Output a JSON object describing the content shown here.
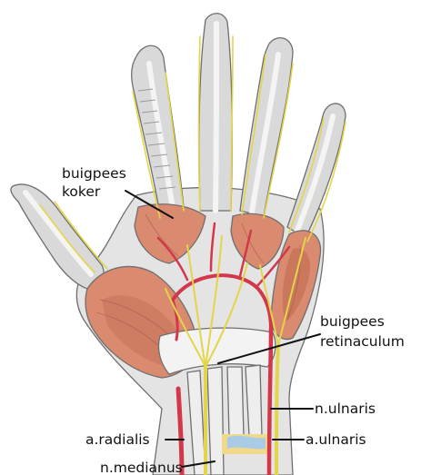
{
  "labels": {
    "flexor_sheath_line1": "buigpees",
    "flexor_sheath_line2": "koker",
    "flexor_retinaculum_line1": "buigpees",
    "flexor_retinaculum_line2": "retinaculum",
    "ulnar_nerve": "n.ulnaris",
    "ulnar_artery": "a.ulnaris",
    "radial_artery": "a.radialis",
    "median_nerve": "n.medianus"
  },
  "colors": {
    "background": "#ffffff",
    "bone": "#d9d9d9",
    "tendon": "#eeeeee",
    "muscle": "#d98a6f",
    "muscle_dark": "#bf6a50",
    "artery": "#d2384a",
    "nerve": "#e3d54a",
    "fat_pad": "#f0d98a",
    "vessel_blue": "#a9cbe6",
    "text": "#111111"
  }
}
